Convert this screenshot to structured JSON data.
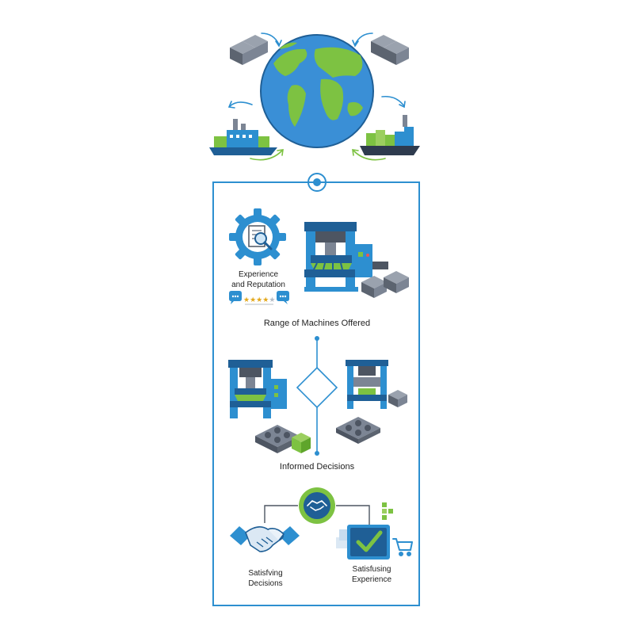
{
  "labels": {
    "experience": "Experience\nand Reputation",
    "range": "Range of Machines Offered",
    "informed": "Informed Decisions",
    "satisfying_decisions": "Satisfving\nDecisions",
    "satisfying_experience": "Satisfusing\nExperience"
  },
  "rating": {
    "stars": "★★★★★",
    "value": 4,
    "out_of": 5
  },
  "colors": {
    "blue": "#2d8fd0",
    "dark_blue": "#1f5f96",
    "green": "#7dc242",
    "ocean": "#3a8fd6",
    "gray": "#7c8594",
    "dark_gray": "#4d5562"
  }
}
